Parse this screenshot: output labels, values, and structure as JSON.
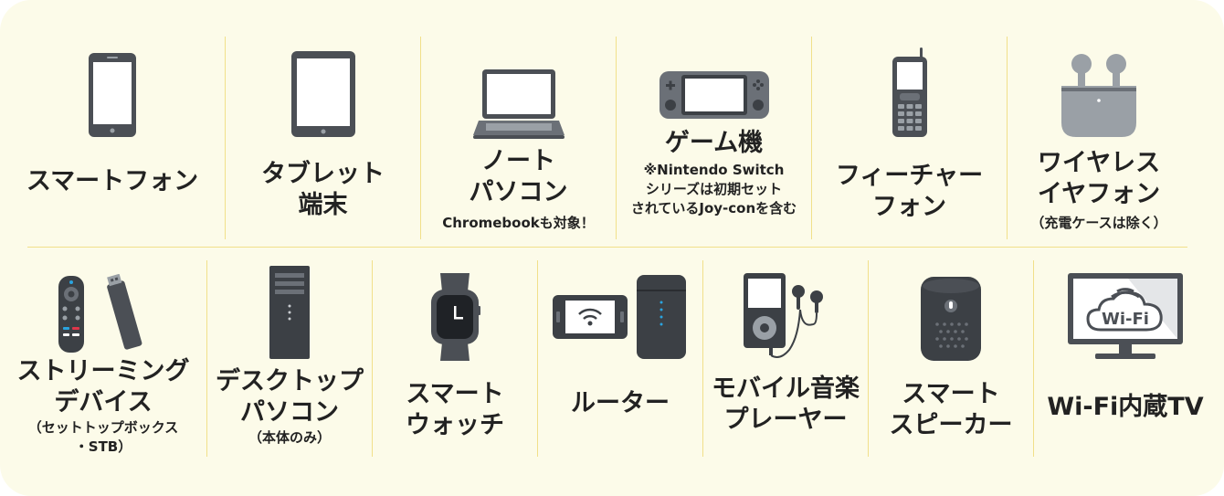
{
  "colors": {
    "background": "#fcfbe9",
    "divider": "#f1e08a",
    "device": "#4b4f55",
    "text": "#222222"
  },
  "top_row": [
    {
      "icon": "smartphone-icon",
      "label_lines": [
        "スマートフォン"
      ],
      "note_lines": []
    },
    {
      "icon": "tablet-icon",
      "label_lines": [
        "タブレット",
        "端末"
      ],
      "note_lines": []
    },
    {
      "icon": "laptop-icon",
      "label_lines": [
        "ノート",
        "パソコン"
      ],
      "note_lines": [
        "Chromebookも対象！"
      ]
    },
    {
      "icon": "game-console-icon",
      "label_lines": [
        "ゲーム機"
      ],
      "note_lines": [
        "※Nintendo Switch",
        "シリーズは初期セット",
        "されているJoy-conを含む"
      ]
    },
    {
      "icon": "feature-phone-icon",
      "label_lines": [
        "フィーチャー",
        "フォン"
      ],
      "note_lines": []
    },
    {
      "icon": "wireless-earbuds-icon",
      "label_lines": [
        "ワイヤレス",
        "イヤフォン"
      ],
      "note_lines": [
        "（充電ケースは除く）"
      ]
    }
  ],
  "bottom_row": [
    {
      "icon": "streaming-stick-icon",
      "label_lines": [
        "ストリーミング",
        "デバイス"
      ],
      "note_lines": [
        "（セットトップボックス",
        "・STB）"
      ]
    },
    {
      "icon": "desktop-tower-icon",
      "label_lines": [
        "デスクトップ",
        "パソコン"
      ],
      "note_lines": [
        "（本体のみ）"
      ]
    },
    {
      "icon": "smartwatch-icon",
      "label_lines": [
        "スマート",
        "ウォッチ"
      ],
      "note_lines": []
    },
    {
      "icon": "router-icon",
      "label_lines": [
        "ルーター"
      ],
      "note_lines": []
    },
    {
      "icon": "music-player-icon",
      "label_lines": [
        "モバイル音楽",
        "プレーヤー"
      ],
      "note_lines": []
    },
    {
      "icon": "smart-speaker-icon",
      "label_lines": [
        "スマート",
        "スピーカー"
      ],
      "note_lines": []
    },
    {
      "icon": "wifi-tv-icon",
      "icon_text": "Wi-Fi",
      "label_lines": [
        "Wi-Fi内蔵TV"
      ],
      "note_lines": []
    }
  ]
}
